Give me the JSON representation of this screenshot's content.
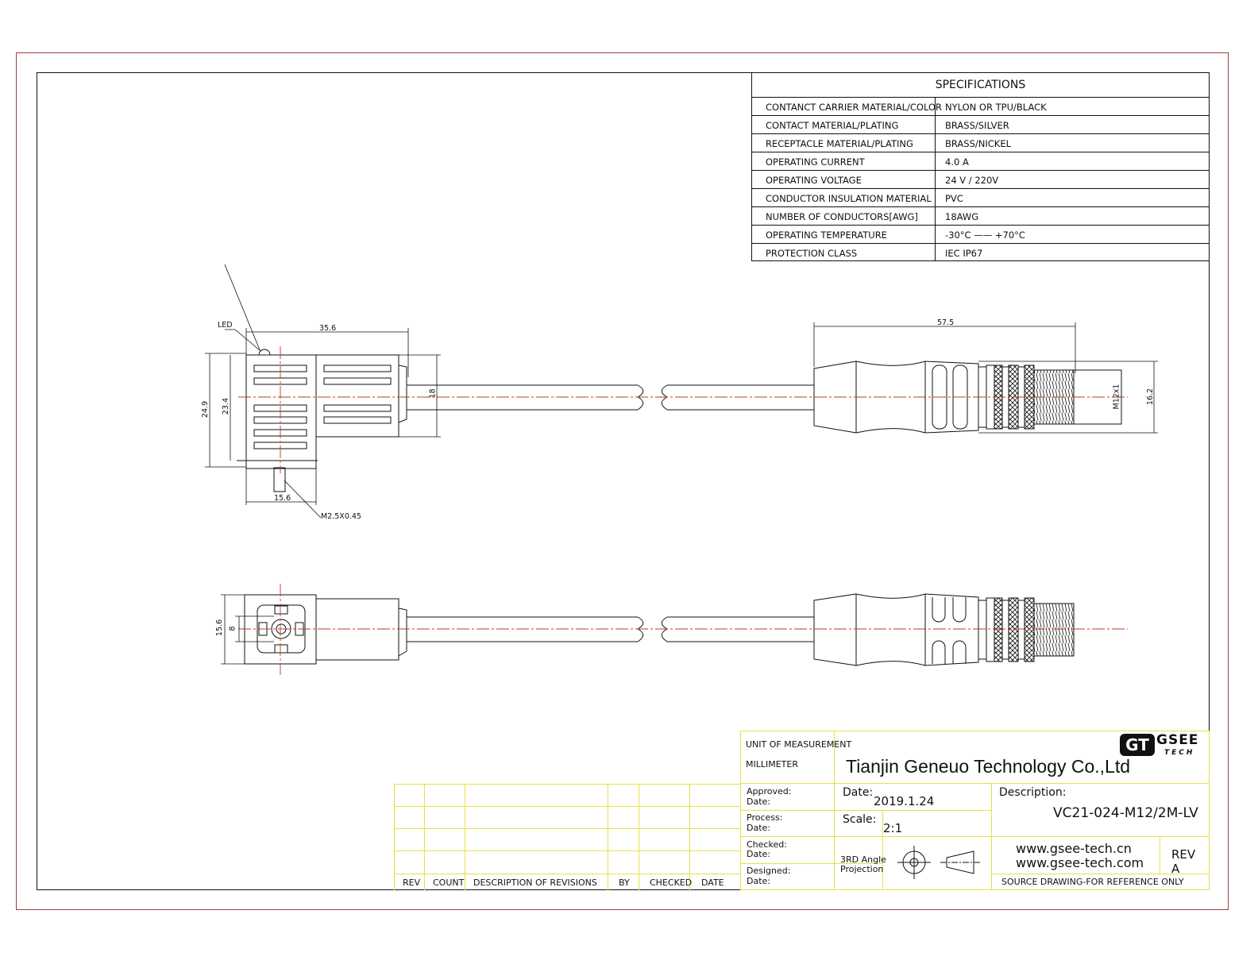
{
  "specifications": {
    "title": "SPECIFICATIONS",
    "rows": [
      {
        "key": "CONTANCT CARRIER MATERIAL/COLOR",
        "value": "NYLON OR TPU/BLACK"
      },
      {
        "key": "CONTACT MATERIAL/PLATING",
        "value": "BRASS/SILVER"
      },
      {
        "key": "RECEPTACLE MATERIAL/PLATING",
        "value": "BRASS/NICKEL"
      },
      {
        "key": "OPERATING CURRENT",
        "value": "4.0 A"
      },
      {
        "key": "OPERATING VOLTAGE",
        "value": "24 V / 220V"
      },
      {
        "key": "CONDUCTOR INSULATION MATERIAL",
        "value": "PVC"
      },
      {
        "key": "NUMBER  OF  CONDUCTORS[AWG]",
        "value": "18AWG"
      },
      {
        "key": "OPERATING TEMPERATURE",
        "value": "-30°C —— +70°C"
      },
      {
        "key": "PROTECTION CLASS",
        "value": "IEC  IP67"
      }
    ]
  },
  "dimensions": {
    "led": "LED",
    "d35_6": "35.6",
    "d24_9": "24.9",
    "d23_4": "23.4",
    "d18": "18",
    "d15_6_bottom": "15.6",
    "thread_small": "M2.5X0.45",
    "d57_5": "57.5",
    "thread_m12": "M12x1",
    "d16_2": "16.2",
    "d15_6_side": "15.6",
    "d8": "8"
  },
  "revisions": {
    "headers": [
      "REV",
      "COUNT",
      "DESCRIPTION  OF  REVISIONS",
      "BY",
      "CHECKED",
      "DATE"
    ]
  },
  "title_block": {
    "unit_label": "UNIT OF MEASUREMENT",
    "unit_value": "MILLIMETER",
    "logo_mark": "GT",
    "logo_top": "GSEE",
    "logo_bottom": "TECH",
    "company": "Tianjin Geneuo Technology Co.,Ltd",
    "approved_label": "Approved:",
    "approved_date_label": "Date:",
    "process_label": "Process:",
    "process_date_label": "Date:",
    "checked_label": "Checked:",
    "checked_date_label": "Date:",
    "designed_label": "Designed:",
    "designed_date_label": "Date:",
    "date_label": "Date:",
    "date_value": "2019.1.24",
    "scale_label": "Scale:",
    "scale_value": "2:1",
    "projection_line1": "3RD Angle",
    "projection_line2": "Projection",
    "description_label": "Description:",
    "description_value": "VC21-024-M12/2M-LV",
    "website1": "www.gsee-tech.cn",
    "website2": "www.gsee-tech.com",
    "rev_label": "REV",
    "rev_value": "A",
    "source_note": "SOURCE DRAWING-FOR REFERENCE ONLY"
  },
  "colors": {
    "frame": "#a04040",
    "centerline": "#c0392b",
    "title_block_lines": "#e6e04a",
    "ink": "#111111"
  }
}
